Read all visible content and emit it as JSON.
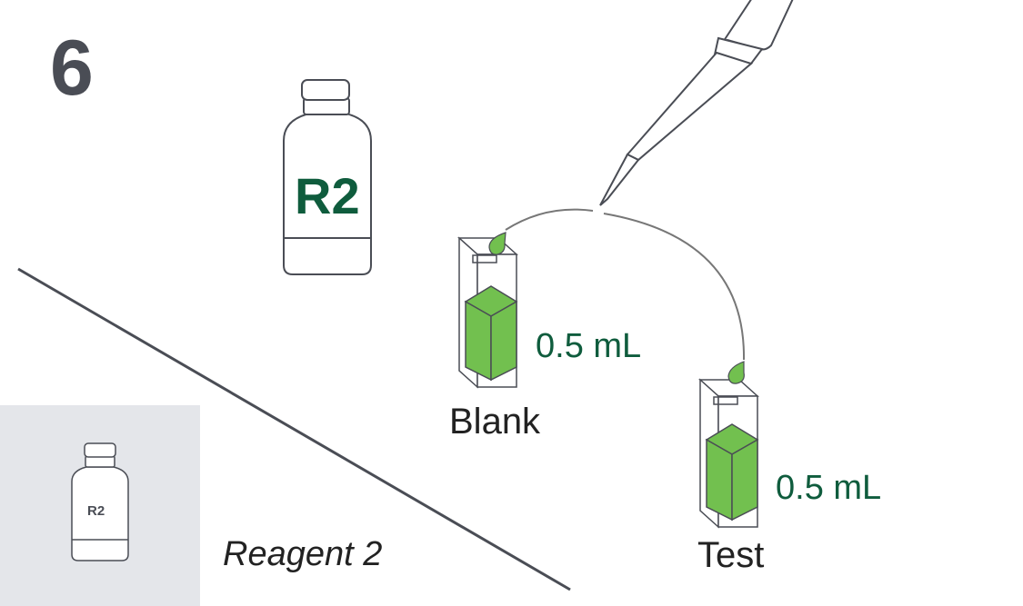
{
  "step_number": "6",
  "bottle": {
    "label": "R2"
  },
  "inset": {
    "label": "R2",
    "caption": "Reagent 2"
  },
  "cuvettes": [
    {
      "name": "Blank",
      "volume": "0.5 mL"
    },
    {
      "name": "Test",
      "volume": "0.5 mL"
    }
  ],
  "colors": {
    "liquid": "#72c04f",
    "drop": "#72c04f",
    "label_green": "#0f5c3d",
    "outline": "#4a4d55",
    "inset_bg": "#e4e6ea"
  }
}
